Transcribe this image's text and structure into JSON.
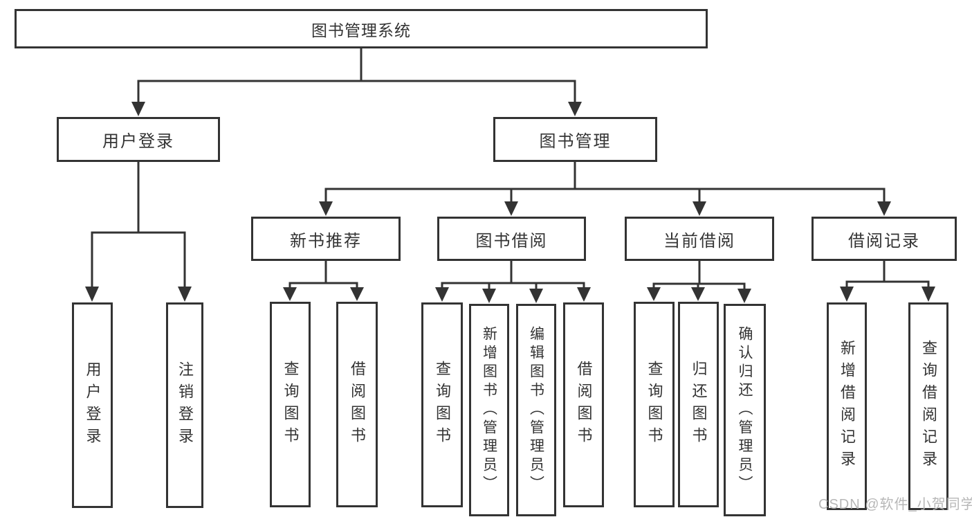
{
  "diagram": {
    "title": "图书管理系统",
    "branches": [
      {
        "label": "用户登录",
        "children": [
          {
            "label": "用户登录"
          },
          {
            "label": "注销登录"
          }
        ]
      },
      {
        "label": "图书管理",
        "children": [
          {
            "label": "新书推荐",
            "children": [
              {
                "label": "查询图书"
              },
              {
                "label": "借阅图书"
              }
            ]
          },
          {
            "label": "图书借阅",
            "children": [
              {
                "label": "查询图书"
              },
              {
                "label": "新增图书（管理员）"
              },
              {
                "label": "编辑图书（管理员）"
              },
              {
                "label": "借阅图书"
              }
            ]
          },
          {
            "label": "当前借阅",
            "children": [
              {
                "label": "查询图书"
              },
              {
                "label": "归还图书"
              },
              {
                "label": "确认归还（管理员）"
              }
            ]
          },
          {
            "label": "借阅记录",
            "children": [
              {
                "label": "新增借阅记录"
              },
              {
                "label": "查询借阅记录"
              }
            ]
          }
        ]
      }
    ]
  },
  "watermark": {
    "text": "CSDN @软件_小贺同学"
  },
  "colors": {
    "line": "#333333",
    "text": "#333333",
    "box_background": "#ffffff",
    "page_background": "#ffffff",
    "watermark": "#b4b4b4"
  }
}
